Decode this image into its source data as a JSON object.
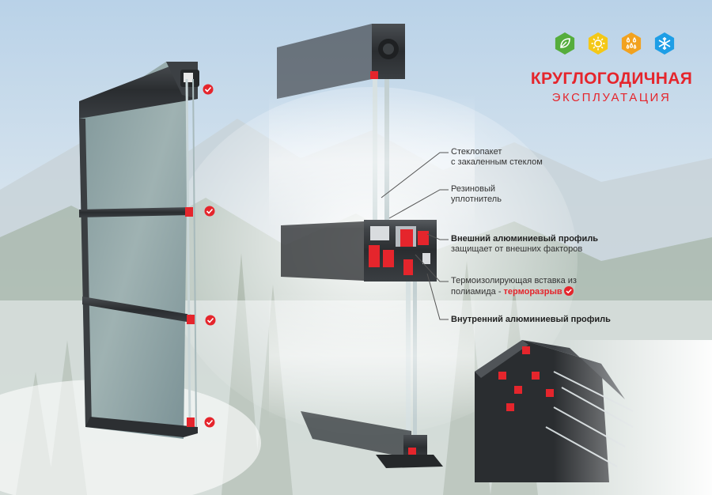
{
  "colors": {
    "accent_red": "#e5252c",
    "profile_dark": "#2e3134",
    "glass": "#8ea3a4",
    "icon_green": "#55ad3c",
    "icon_yellow": "#f4c817",
    "icon_orange": "#f2a21f",
    "icon_blue": "#1e9ee6"
  },
  "season_icons": [
    "leaf-icon",
    "sun-icon",
    "raindrops-icon",
    "snowflake-icon"
  ],
  "heading": {
    "main": "КРУГЛОГОДИЧНАЯ",
    "sub": "ЭКСПЛУАТАЦИЯ"
  },
  "callouts": {
    "glass": {
      "line1": "Стеклопакет",
      "line2": "с закаленным стеклом"
    },
    "seal": {
      "line1": "Резиновый",
      "line2": "уплотнитель"
    },
    "outer": {
      "line1": "Внешний алюминиевый профиль",
      "line2": "защищает от внешних факторов"
    },
    "thermal": {
      "line1": "Термоизолирующая вставка из",
      "line2_prefix": "полиамида - ",
      "line2_accent": "терморазрыв"
    },
    "inner": {
      "line1": "Внутренний алюминиевый профиль"
    }
  }
}
